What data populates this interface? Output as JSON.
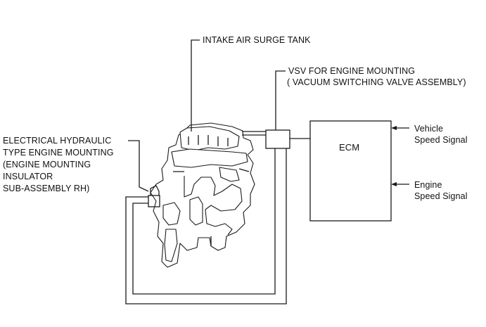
{
  "labels": {
    "surge_tank": "INTAKE AIR SURGE TANK",
    "vsv_line1": "VSV FOR ENGINE MOUNTING",
    "vsv_line2": "( VACUUM SWITCHING VALVE ASSEMBLY)",
    "mount_line1": "ELECTRICAL HYDRAULIC",
    "mount_line2": "TYPE ENGINE MOUNTING",
    "mount_line3": "(ENGINE MOUNTING",
    "mount_line4": "INSULATOR",
    "mount_line5": "SUB-ASSEMBLY RH)",
    "ecm": "ECM",
    "vehicle_speed_line1": "Vehicle",
    "vehicle_speed_line2": "Speed Signal",
    "engine_speed_line1": "Engine",
    "engine_speed_line2": "Speed Signal"
  }
}
